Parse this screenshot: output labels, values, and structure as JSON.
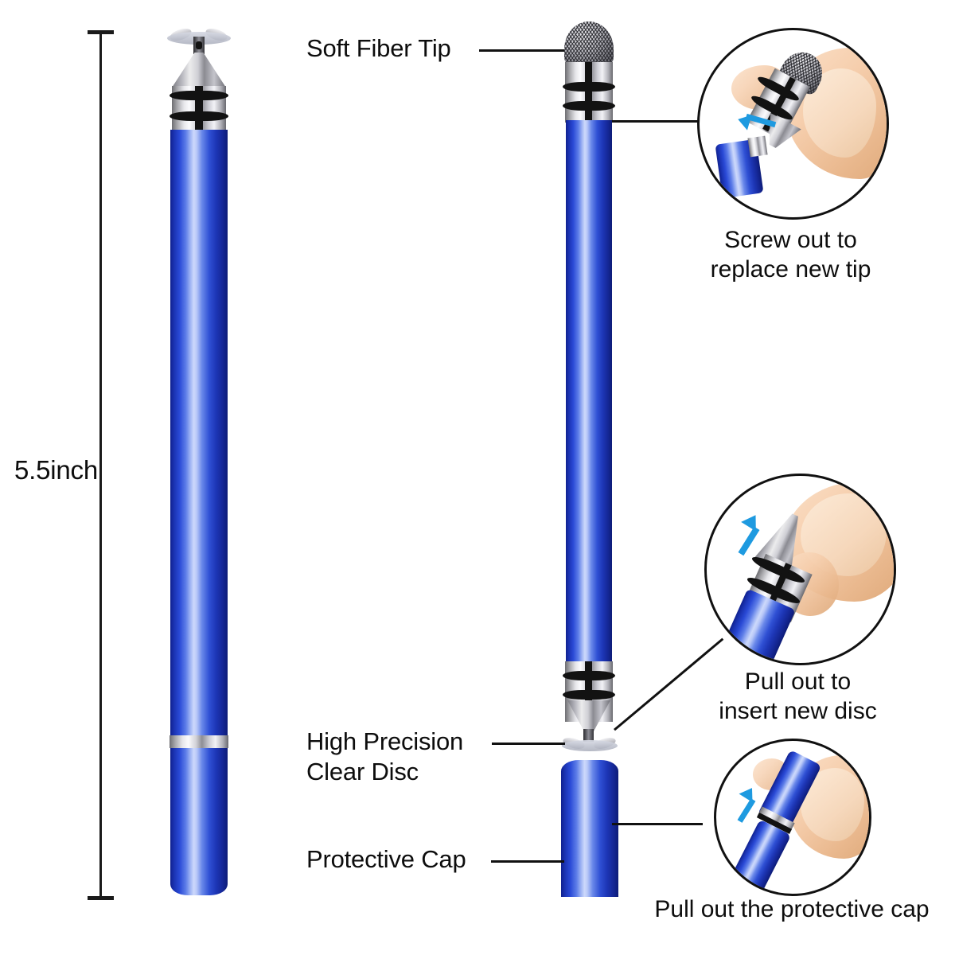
{
  "image": {
    "type": "product-infographic",
    "subject": "Disc stylus pen with replaceable soft fiber tip",
    "background_color": "#ffffff"
  },
  "dimension": {
    "label": "5.5inch",
    "measures": "total pen length"
  },
  "labels": {
    "soft_fiber_tip": "Soft Fiber Tip",
    "high_precision_clear_disc_line1": "High Precision",
    "high_precision_clear_disc_line2": "Clear Disc",
    "protective_cap": "Protective Cap"
  },
  "callouts": [
    {
      "id": "screw-out-tip",
      "caption_line1": "Screw out to",
      "caption_line2": "replace new tip",
      "depicts": "fingers unscrewing the soft fiber tip from the barrel",
      "has_arrow": true
    },
    {
      "id": "pull-out-disc",
      "caption_line1": "Pull out to",
      "caption_line2": "insert new disc",
      "depicts": "fingers pulling the clear disc tip out of the barrel",
      "has_arrow": true
    },
    {
      "id": "pull-out-cap",
      "caption_line1": "Pull out the protective cap",
      "caption_line2": "",
      "depicts": "fingers pulling the blue protective cap off the pen",
      "has_arrow": true
    }
  ],
  "colors": {
    "barrel_blue_dark": "#10218f",
    "barrel_blue_mid": "#2a4ad6",
    "barrel_blue_highlight": "#cdd9fb",
    "metal_silver": "#d2d2d8",
    "ring_black": "#121212",
    "arrow_blue": "#1e9ae0",
    "skin": "#f6cfae",
    "text_black": "#0d0d0d",
    "line_black": "#111111"
  }
}
